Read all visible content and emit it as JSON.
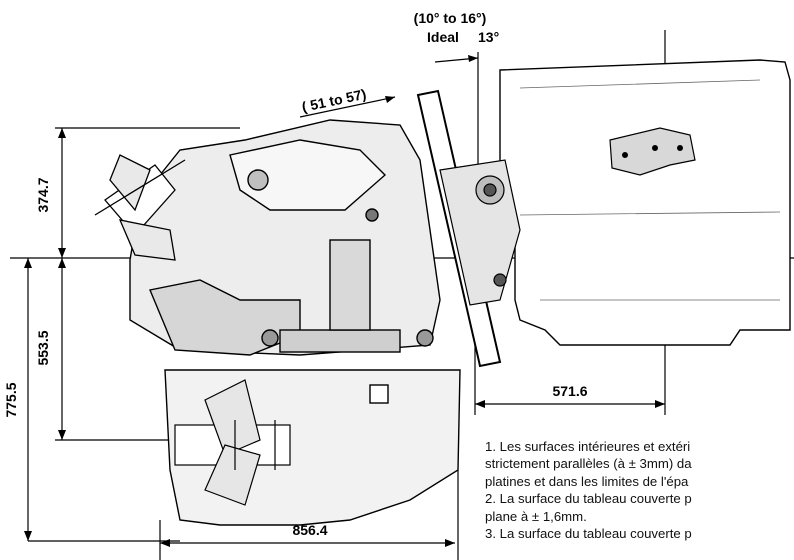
{
  "angle": {
    "range": "(10° to 16°)",
    "ideal_label": "Ideal",
    "ideal_value": "13°"
  },
  "dimensions": {
    "transom_range": "( 51 to 57)",
    "top_height": "374.7",
    "mid_height": "553.5",
    "total_height": "775.5",
    "engine_offset": "571.6",
    "overall_length": "856.4"
  },
  "notes": [
    "1. Les surfaces intérieures et extéri",
    "strictement parallèles (à ± 3mm) da",
    "platines et dans les limites de l'épa",
    "2. La surface du tableau couverte p",
    "plane à ± 1,6mm.",
    "3. La surface du tableau couverte p"
  ]
}
